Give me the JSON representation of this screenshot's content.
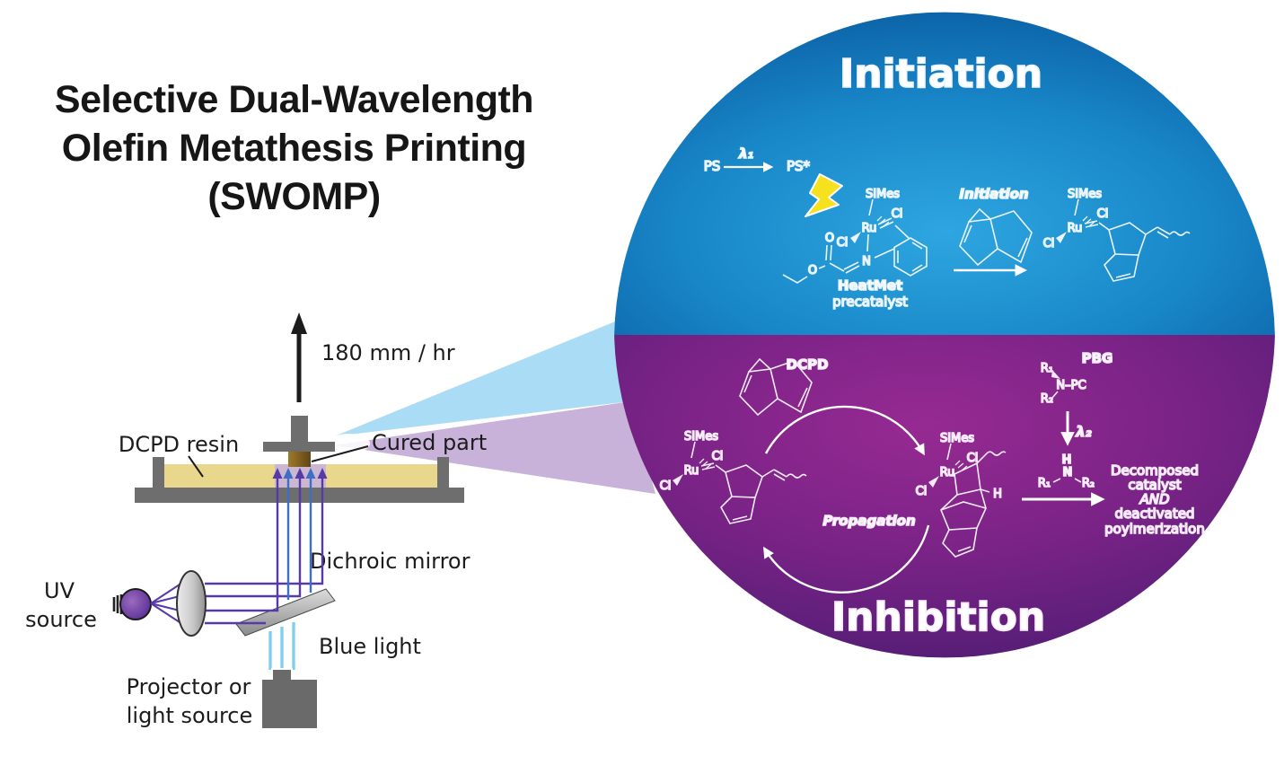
{
  "title": {
    "line1": "Selective Dual-Wavelength",
    "line2": "Olefin Metathesis Printing",
    "line3": "(SWOMP)"
  },
  "printer": {
    "speed": "180 mm / hr",
    "resin": "DCPD resin",
    "cured": "Cured part",
    "mirror": "Dichroic mirror",
    "uv1": "UV",
    "uv2": "source",
    "blue": "Blue light",
    "proj1": "Projector or",
    "proj2": "light source"
  },
  "chem": {
    "simes": "SIMes",
    "cl": "Cl",
    "ru": "Ru",
    "n": "N",
    "o": "O",
    "h": "H",
    "r1": "R₁",
    "r2": "R₂",
    "npc": "N–PC",
    "pbg": "PBG",
    "lambda1": "λ₁",
    "lambda2": "λ₂",
    "ps": "PS",
    "ps_star": "PS*"
  },
  "initiation": {
    "title": "Initiation",
    "heatmet": "HeatMet",
    "precatalyst": "precatalyst",
    "step": "Initiation"
  },
  "inhibition": {
    "title": "Inhibition",
    "dcpd": "DCPD",
    "propagation": "Propagation",
    "result1": "Decomposed",
    "result2": "catalyst",
    "result3": "AND",
    "result4": "deactivated",
    "result5": "poylmerization"
  },
  "colors": {
    "blue_half": "#1a8cc9",
    "purple_half": "#7b2387",
    "resin": "#e9d78e",
    "uv_ray": "#5839a8",
    "blue_ray": "#3f6ec6",
    "blue_light": "#7fd0f0",
    "bolt": "#f5e11e",
    "beam_cyan": "#aadcf5",
    "beam_lavender": "#c9b2da"
  }
}
